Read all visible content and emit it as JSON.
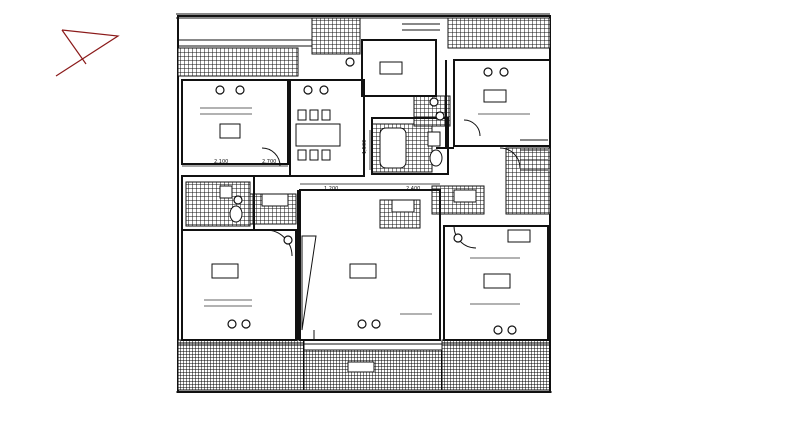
{
  "compass": {
    "icon": "north-arrow-icon"
  },
  "dimensions": [
    "2,100",
    "2,700",
    "1,500",
    "1,200",
    "2,400"
  ],
  "colors": {
    "line": "#111111",
    "hatch": "#222222",
    "background": "#ffffff"
  }
}
